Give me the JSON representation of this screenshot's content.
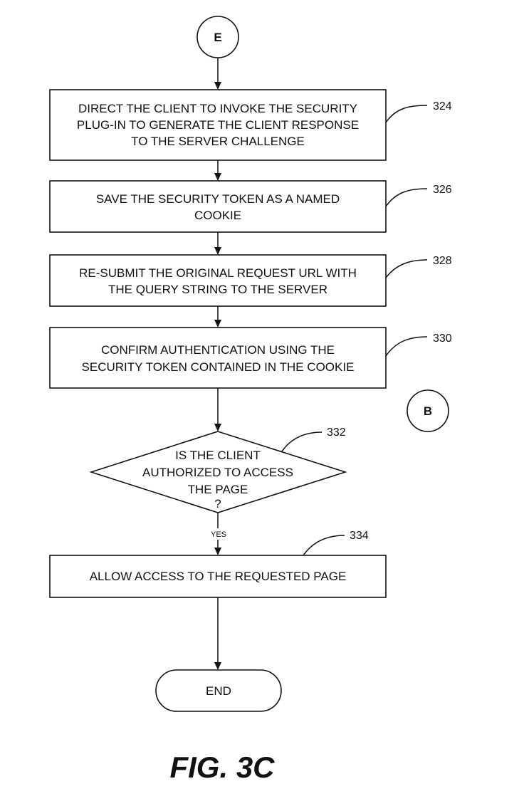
{
  "connector_top": "E",
  "connector_side": "B",
  "steps": [
    {
      "ref": "324",
      "lines": [
        "DIRECT THE CLIENT TO INVOKE THE SECURITY",
        "PLUG-IN TO GENERATE THE CLIENT RESPONSE",
        "TO THE SERVER CHALLENGE"
      ]
    },
    {
      "ref": "326",
      "lines": [
        "SAVE THE SECURITY TOKEN AS A NAMED",
        "COOKIE"
      ]
    },
    {
      "ref": "328",
      "lines": [
        "RE-SUBMIT THE ORIGINAL REQUEST URL WITH",
        "THE QUERY STRING TO THE SERVER"
      ]
    },
    {
      "ref": "330",
      "lines": [
        "CONFIRM AUTHENTICATION USING THE",
        "SECURITY TOKEN CONTAINED IN THE COOKIE"
      ]
    }
  ],
  "decision": {
    "ref": "332",
    "lines": [
      "IS THE CLIENT",
      "AUTHORIZED TO ACCESS",
      "THE PAGE",
      "?"
    ],
    "yes_label": "YES"
  },
  "final_step": {
    "ref": "334",
    "lines": [
      "ALLOW ACCESS TO THE REQUESTED PAGE"
    ]
  },
  "end_label": "END",
  "figure_label": "FIG. 3C"
}
